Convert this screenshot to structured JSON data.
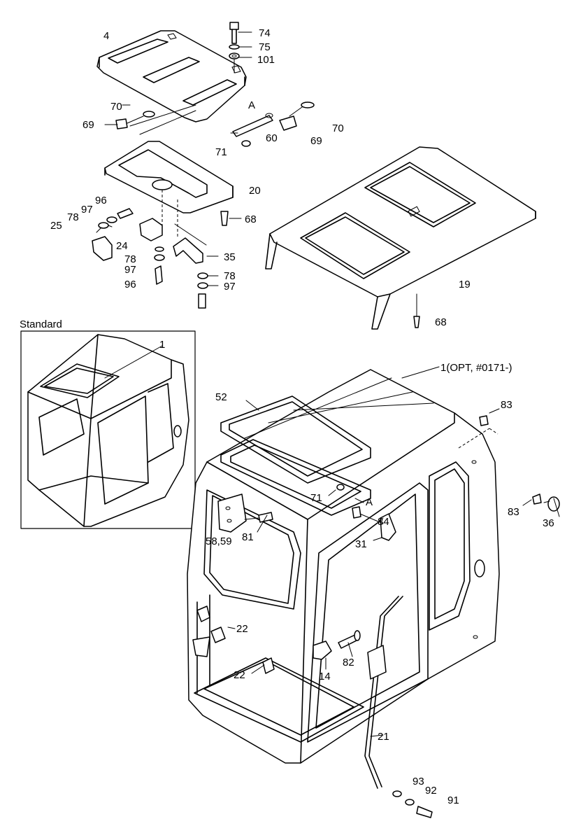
{
  "section_title": "Standard",
  "labels": {
    "p4": "4",
    "p74": "74",
    "p75": "75",
    "p101": "101",
    "p70a": "70",
    "p69a": "69",
    "pA_top": "A",
    "p70b": "70",
    "p69b": "69",
    "p60": "60",
    "p71a": "71",
    "p20": "20",
    "p96a": "96",
    "p97a": "97",
    "p78a": "78",
    "p25": "25",
    "p68a": "68",
    "p24": "24",
    "p35": "35",
    "p78b": "78",
    "p97b": "97",
    "p78c": "78",
    "p97c": "97",
    "p96b": "96",
    "p19": "19",
    "p68b": "68",
    "p1_std": "1",
    "p1_opt": "1(OPT, #0171-)",
    "p52": "52",
    "p83a": "83",
    "p83b": "83",
    "p36": "36",
    "p71b": "71",
    "pA_cab": "A",
    "p84": "84",
    "p5859": "58,59",
    "p81": "81",
    "p31": "31",
    "p22a": "22",
    "p22b": "22",
    "p82": "82",
    "p14": "14",
    "p21": "21",
    "p93": "93",
    "p92": "92",
    "p91": "91"
  }
}
